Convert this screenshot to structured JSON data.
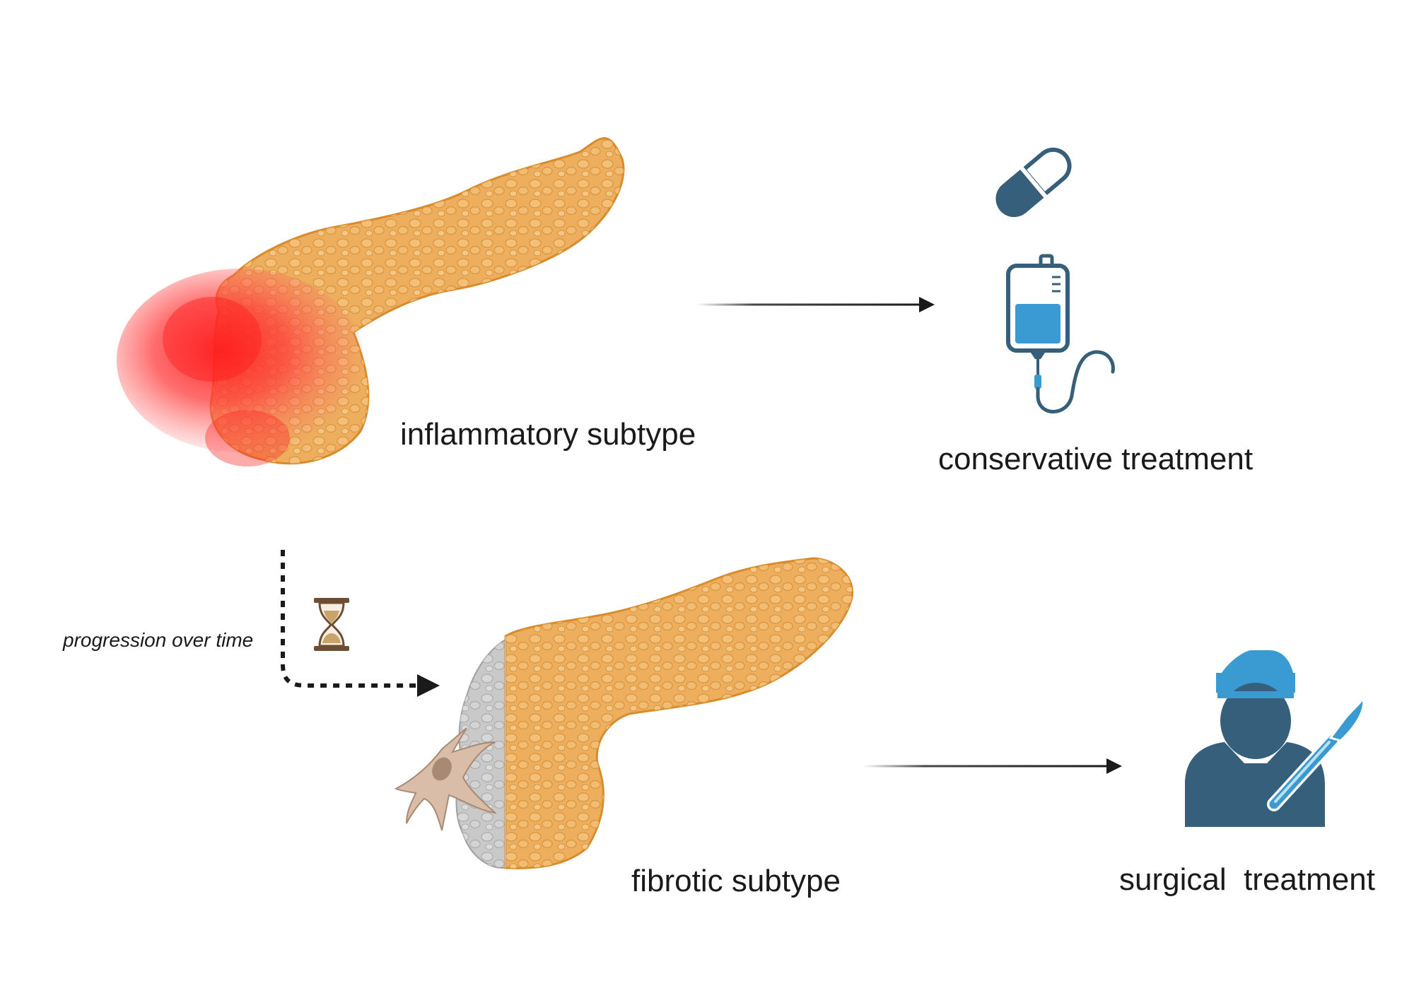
{
  "labels": {
    "inflammatory": "inflammatory subtype",
    "conservative": "conservative treatment",
    "progression": "progression over time",
    "fibrotic": "fibrotic subtype",
    "surgical": "surgical  treatment"
  },
  "icons": {
    "pill": "pill-icon",
    "iv_bag": "iv-drip-icon",
    "hourglass": "hourglass-icon",
    "surgeon": "surgeon-icon",
    "scalpel": "scalpel-icon",
    "pancreas": "pancreas-illustration",
    "fibroblast": "fibroblast-cell-icon"
  },
  "colors": {
    "pancreas_fill": "#EDAE5E",
    "pancreas_stroke": "#D98B2B",
    "inflammation": "#FF2A2A",
    "fibrosis": "#C9C9C9",
    "icon_dark": "#355F7A",
    "icon_light": "#3A9AD2",
    "arrow": "#1a1a1a"
  }
}
